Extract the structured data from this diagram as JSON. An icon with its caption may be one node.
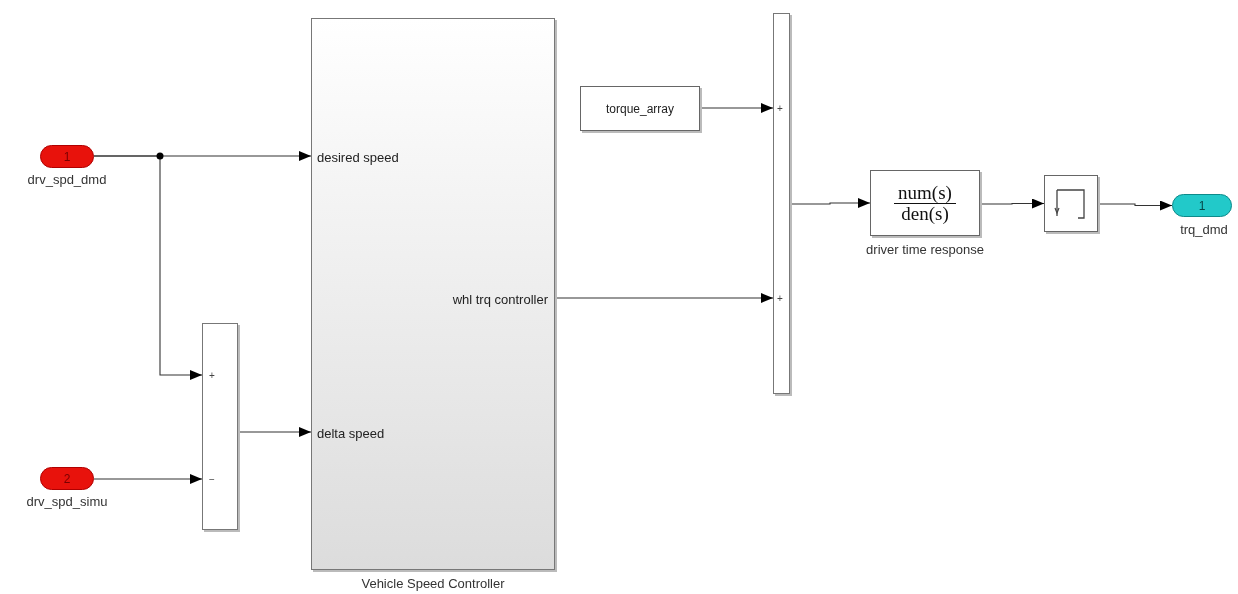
{
  "diagram": {
    "nodes": [
      {
        "text": [
          "1"
        ],
        "beside": [
          "drv_spd_dmd"
        ]
      },
      {
        "text": [
          "2"
        ],
        "beside": [
          "drv_spd_simu"
        ]
      },
      {
        "text": [
          "+",
          "−"
        ]
      },
      {
        "text": [
          "desired speed",
          "delta speed",
          "whl trq controller"
        ],
        "beside": [
          "Vehicle Speed Controller"
        ]
      },
      {
        "text": [
          "torque_array"
        ]
      },
      {
        "text": [
          "+",
          "+"
        ]
      },
      {
        "text": [
          "num(s)",
          "den(s)"
        ],
        "beside": [
          "driver time response"
        ]
      },
      {
        "text": [],
        "shape": "box"
      },
      {
        "text": [
          "1"
        ],
        "beside": [
          "trq_dmd"
        ]
      }
    ],
    "edges": [
      {
        "from": 0,
        "to": 3,
        "arrow": "to"
      },
      {
        "from": 0,
        "to": 2,
        "arrow": "to"
      },
      {
        "from": 1,
        "to": 2,
        "arrow": "to"
      },
      {
        "from": 2,
        "to": 3,
        "arrow": "to"
      },
      {
        "from": 3,
        "to": 5,
        "arrow": "to"
      },
      {
        "from": 4,
        "to": 5,
        "arrow": "to"
      },
      {
        "from": 5,
        "to": 6,
        "arrow": "to"
      },
      {
        "from": 6,
        "to": 7,
        "arrow": "to"
      },
      {
        "from": 7,
        "to": 8,
        "arrow": "to"
      }
    ]
  }
}
